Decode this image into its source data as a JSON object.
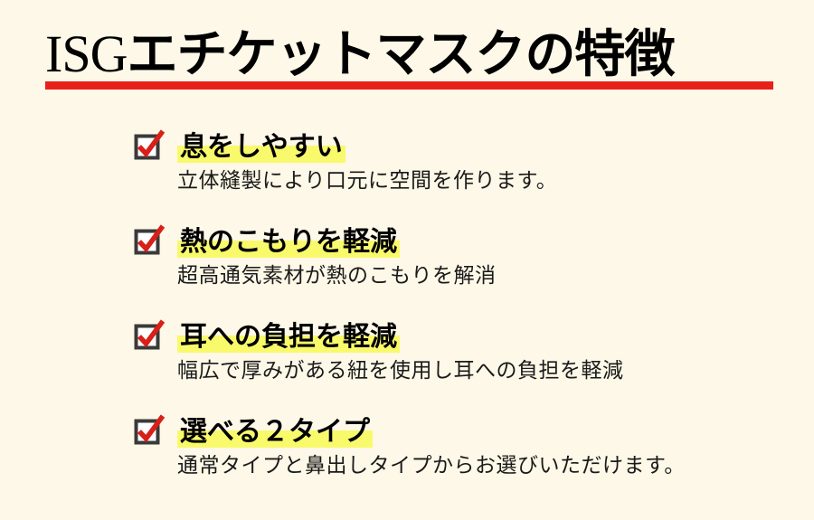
{
  "page": {
    "background_color": "#fdf8e7",
    "accent_red": "#e8201a",
    "highlight_yellow": "#f9f96c",
    "text_color": "#000000"
  },
  "header": {
    "brand": "ISG",
    "title_jp": "エチケットマスクの特徴",
    "full_title": "ISGエチケットマスクの特徴",
    "rule_color": "#e8201a"
  },
  "features": [
    {
      "icon": "checked-checkbox-icon",
      "title": "息をしやすい",
      "description": "立体縫製により口元に空間を作ります。"
    },
    {
      "icon": "checked-checkbox-icon",
      "title": "熱のこもりを軽減",
      "description": "超高通気素材が熱のこもりを解消"
    },
    {
      "icon": "checked-checkbox-icon",
      "title": "耳への負担を軽減",
      "description": "幅広で厚みがある紐を使用し耳への負担を軽減"
    },
    {
      "icon": "checked-checkbox-icon",
      "title": "選べる２タイプ",
      "description": "通常タイプと鼻出しタイプからお選びいただけます。"
    }
  ]
}
